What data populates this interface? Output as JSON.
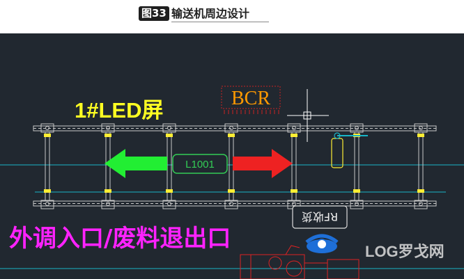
{
  "caption": {
    "figure_label": "图33",
    "title": "输送机周边设计"
  },
  "labels": {
    "led_screen": "1#LED屏",
    "bcr": "BCR",
    "conveyor_id": "L1001",
    "rf_device": "RF收货",
    "entrance": "外调入口/废料退出口"
  },
  "watermark": {
    "text": "LOG罗戈网"
  },
  "colors": {
    "background": "#212830",
    "rail": "#c8c8c8",
    "guide_line": "#19b6c8",
    "arrow_left": "#22ee33",
    "arrow_right": "#ee2222",
    "led_text": "#ffff22",
    "entrance_text": "#ff22ff",
    "bcr_border": "#cc2222",
    "bcr_text": "#ff9900",
    "label_green": "#33cc55"
  },
  "icons": [
    "barcode-reader-icon",
    "operator-icon",
    "cad-crosshair-icon",
    "roller-bearing-icon"
  ]
}
